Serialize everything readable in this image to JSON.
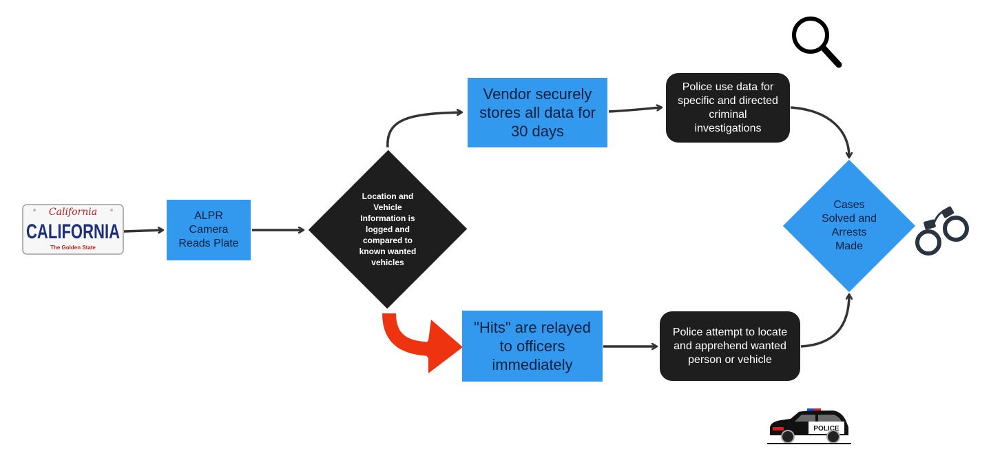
{
  "plate": {
    "state_script": "California",
    "state_name": "CALIFORNIA",
    "slogan": "The Golden State"
  },
  "nodes": {
    "alpr_camera": "ALPR\nCamera\nReads Plate",
    "location_logged": "Location and\nVehicle\nInformation is\nlogged and\ncompared to\nknown wanted\nvehicles",
    "vendor_stores": "Vendor securely\nstores all data for\n30 days",
    "police_use_data": "Police use data for\nspecific and directed\ncriminal\ninvestigations",
    "hits_relayed": "\"Hits\" are relayed\nto officers\nimmediately",
    "police_attempt": "Police attempt to locate\nand apprehend wanted\nperson or vehicle",
    "cases_solved": "Cases\nSolved and\nArrests\nMade"
  },
  "police_car": {
    "label": "POLICE"
  },
  "colors": {
    "blue_box": "#3399ee",
    "dark_box": "#1e1e1e",
    "arrow": "#333333",
    "red_arrow": "#ee3311"
  },
  "icons": {
    "magnifier": "magnifying-glass-icon",
    "handcuffs": "handcuffs-icon",
    "police_car": "police-car-icon",
    "license_plate": "license-plate-icon"
  }
}
